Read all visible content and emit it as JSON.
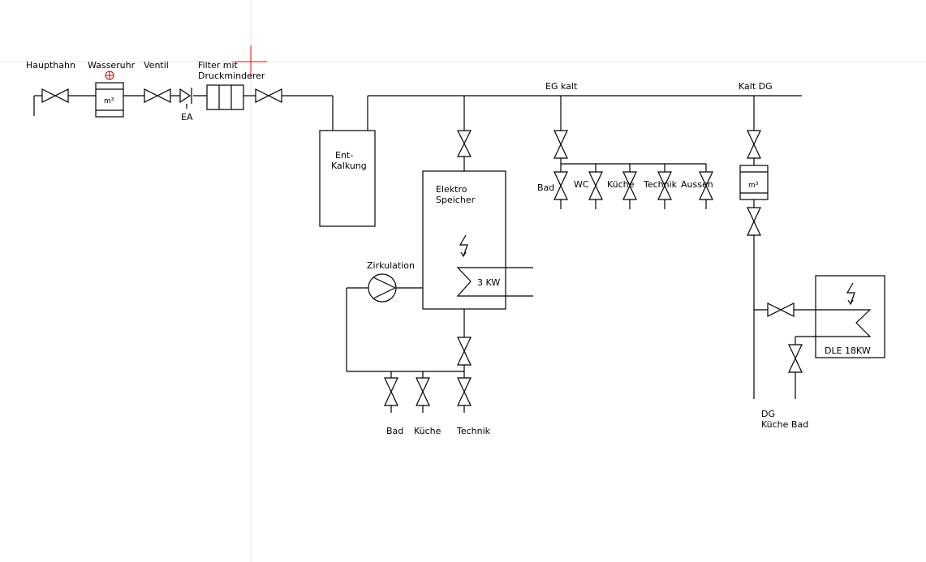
{
  "colors": {
    "line": "#000000",
    "grid": "#e4e4e4",
    "cursor": "#ff0000",
    "background": "#ffffff"
  },
  "labels": {
    "haupthahn": "Haupthahn",
    "wasseruhr": "Wasseruhr",
    "ventil": "Ventil",
    "filter_line1": "Filter mit",
    "filter_line2": "Druckminderer",
    "ea": "EA",
    "meter_unit": "m³",
    "entkalkung_line1": "Ent-",
    "entkalkung_line2": "Kalkung",
    "eg_kalt": "EG kalt",
    "kalt_dg": "Kalt DG",
    "elektro_line1": "Elektro",
    "elektro_line2": "Speicher",
    "heater_power": "3 KW",
    "zirkulation": "Zirkulation",
    "eg_bad": "Bad",
    "eg_wc": "WC",
    "eg_kueche": "Küche",
    "eg_technik": "Technik",
    "eg_aussen": "Aussen",
    "ww_bad": "Bad",
    "ww_kueche": "Küche",
    "ww_technik": "Technik",
    "dle": "DLE 18KW",
    "dg_line1": "DG",
    "dg_line2": "Küche Bad"
  }
}
